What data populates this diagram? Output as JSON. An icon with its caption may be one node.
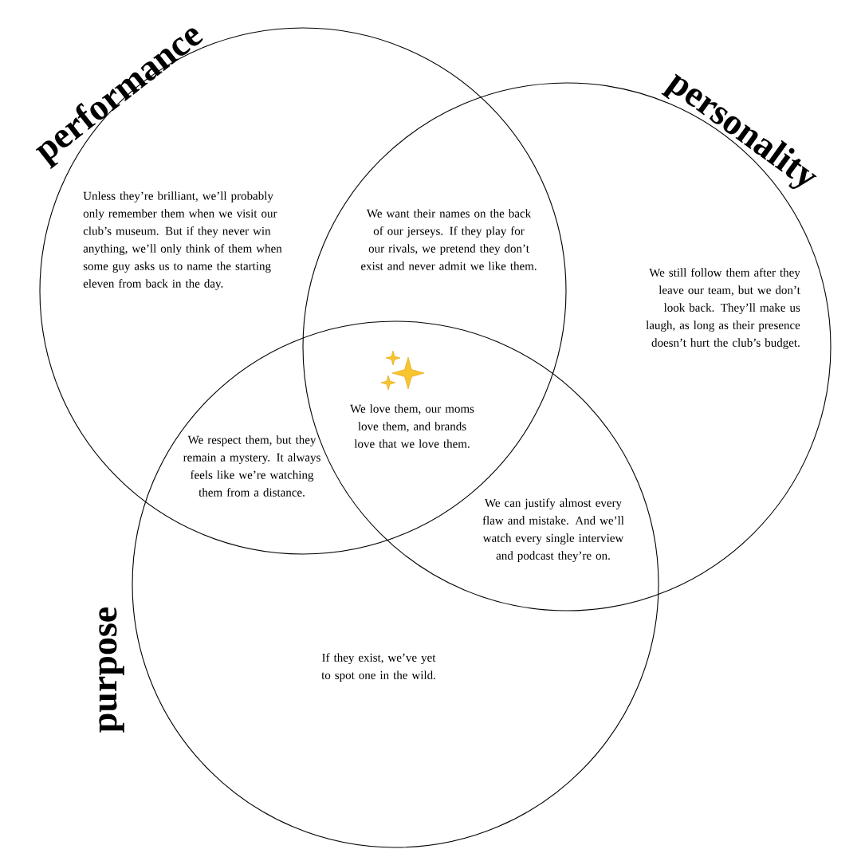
{
  "diagram": {
    "nodes": [
      {
        "text": [
          "performance"
        ]
      },
      {
        "text": [
          "personality"
        ]
      },
      {
        "text": [
          "purpose"
        ]
      }
    ],
    "labels": [
      "Unless they’re brilliant, we’ll probably only remember them when we visit our club’s museum. But if they never win anything, we’ll only think of them when some guy asks us to name the starting eleven from back in the day.",
      "We want their names on the back of our jerseys. If they play for our rivals, we pretend they don’t exist and never admit we like them.",
      "We still follow them after they leave our team, but we don’t look back. They’ll make us laugh, as long as their presence doesn’t hurt the club’s budget.",
      "We love them, our moms love them, and brands love that we love them.",
      "We respect them, but they remain a mystery. It always feels like we’re watching them from a distance.",
      "We can justify almost every flaw and mistake. And we’ll watch every single interview and podcast they’re on.",
      "If they exist, we’ve yet to spot one in the wild."
    ]
  }
}
